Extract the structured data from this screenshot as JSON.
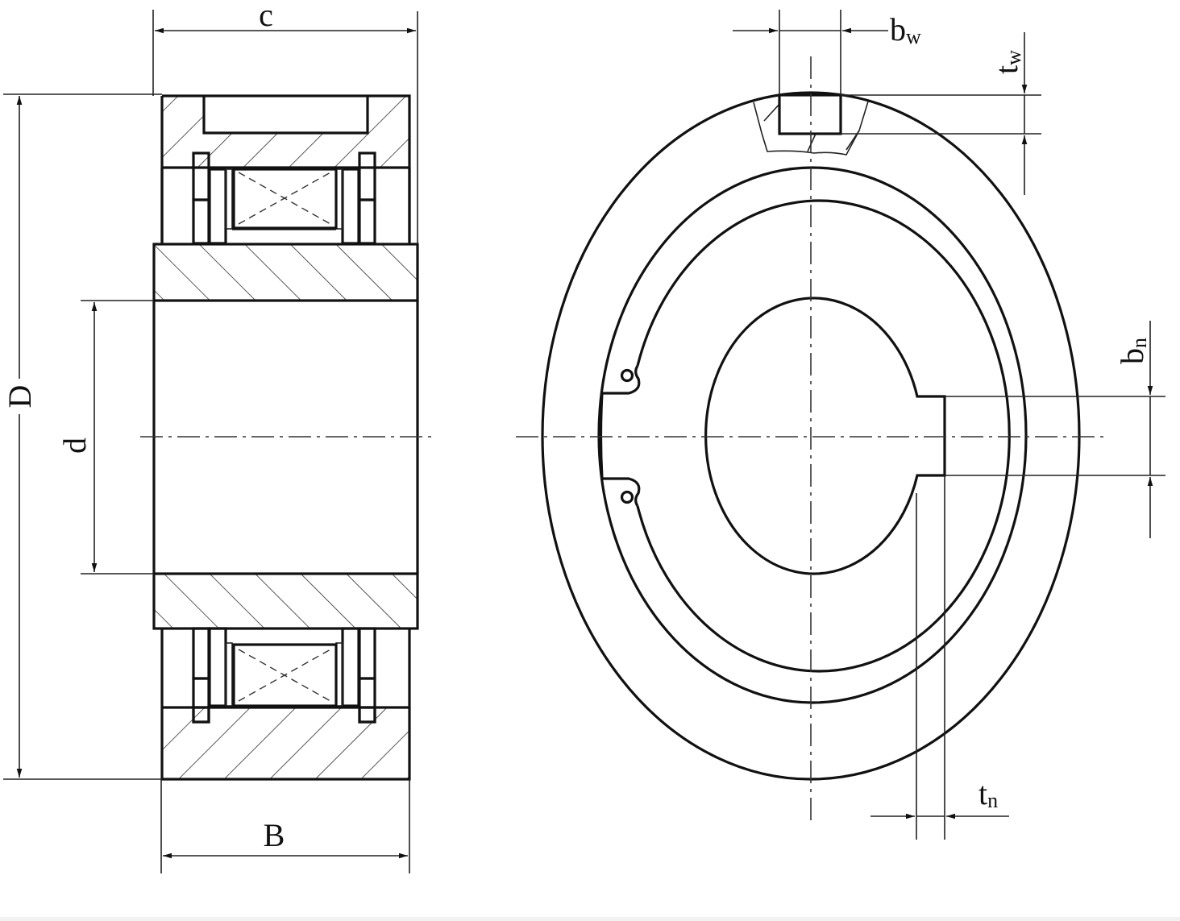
{
  "figure": {
    "title": "One-way clutch bearing dimension drawing",
    "views": [
      "side-section-view",
      "front-view"
    ],
    "colors": {
      "line": "#111111",
      "background": "#ffffff"
    }
  },
  "side_view": {
    "labels": {
      "c": "c",
      "B": "B",
      "D": "D",
      "d": "d"
    }
  },
  "front_view": {
    "labels": {
      "bw_main": "b",
      "bw_sub": "w",
      "tw_main": "t",
      "tw_sub": "w",
      "bn_main": "b",
      "bn_sub": "n",
      "tn_main": "t",
      "tn_sub": "n"
    }
  }
}
